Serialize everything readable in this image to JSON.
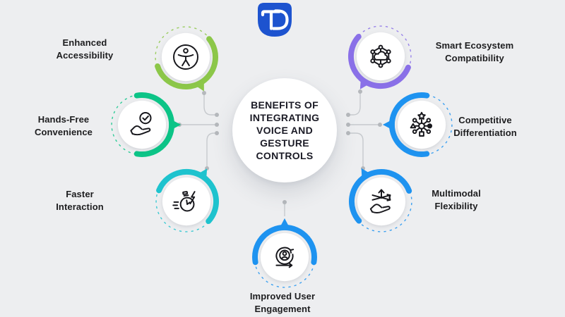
{
  "logo": {
    "monogram": "TD",
    "color": "#1d53cf"
  },
  "center": {
    "title": "BENEFITS OF INTEGRATING VOICE AND GESTURE CONTROLS"
  },
  "nodes": [
    {
      "id": "enhanced-accessibility",
      "label": "Enhanced\nAccessibility",
      "color": "#8cc749",
      "icon": "accessibility-icon"
    },
    {
      "id": "hands-free-convenience",
      "label": "Hands-Free\nConvenience",
      "color": "#0cc487",
      "icon": "hand-check-icon"
    },
    {
      "id": "faster-interaction",
      "label": "Faster\nInteraction",
      "color": "#1ec3ce",
      "icon": "stopwatch-speed-icon"
    },
    {
      "id": "improved-user-engagement",
      "label": "Improved User\nEngagement",
      "color": "#1e93f0",
      "icon": "user-cycle-icon"
    },
    {
      "id": "multimodal-flexibility",
      "label": "Multimodal\nFlexibility",
      "color": "#1e93f0",
      "icon": "multi-direction-hand-icon"
    },
    {
      "id": "competitive-differentiation",
      "label": "Competitive\nDifferentiation",
      "color": "#1e93f0",
      "icon": "differentiation-icon"
    },
    {
      "id": "smart-ecosystem-compatibility",
      "label": "Smart Ecosystem\nCompatibility",
      "color": "#8a70e8",
      "icon": "ecosystem-icon"
    }
  ]
}
